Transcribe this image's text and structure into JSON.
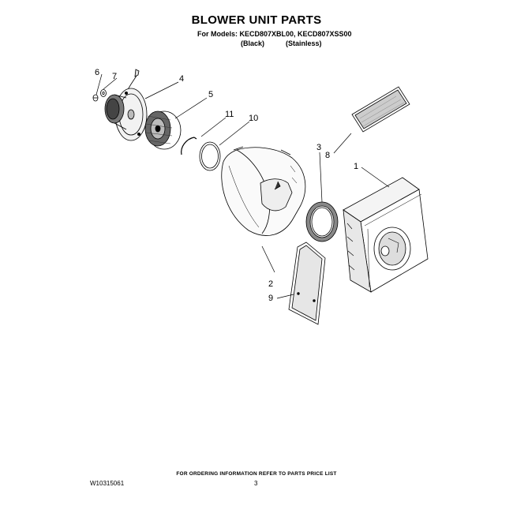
{
  "header": {
    "title": "BLOWER UNIT PARTS",
    "models_line": "For Models: KECD807XBL00, KECD807XSS00",
    "variant_black": "(Black)",
    "variant_stainless": "(Stainless)"
  },
  "callouts": [
    "6",
    "7",
    "4",
    "5",
    "11",
    "10",
    "3",
    "8",
    "1",
    "2",
    "9"
  ],
  "footer": {
    "note": "FOR ORDERING INFORMATION REFER TO PARTS PRICE LIST",
    "doc_id": "W10315061",
    "page": "3"
  }
}
